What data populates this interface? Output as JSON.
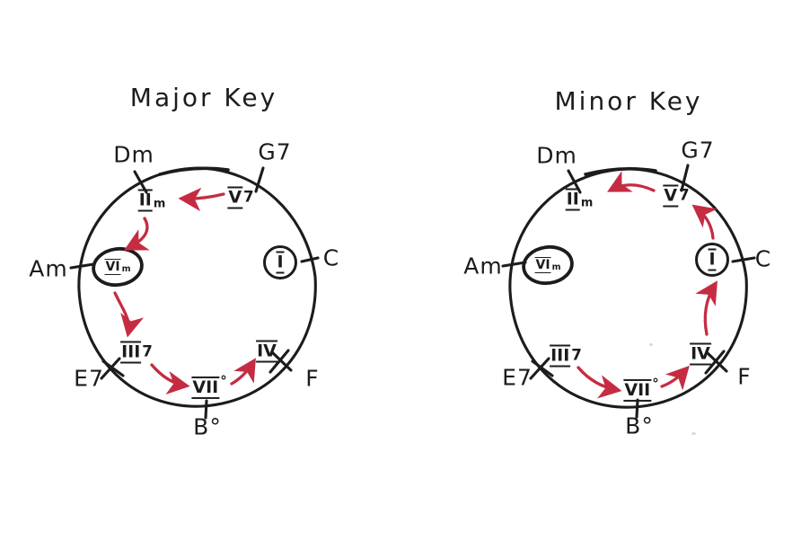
{
  "background": "#ffffff",
  "ink_color": "#1c1c1c",
  "arrow_color": "#c52c42",
  "diagrams": [
    {
      "title": "Major Key",
      "outer_labels": {
        "dm": "Dm",
        "g7": "G7",
        "am": "Am",
        "c": "C",
        "e7": "E7",
        "bdim": "B°",
        "f": "F"
      },
      "chords": {
        "iim": {
          "numeral": "II",
          "suffix": "m"
        },
        "v7": {
          "numeral": "V",
          "suffix": "7"
        },
        "vim": {
          "numeral": "VI",
          "suffix": "m"
        },
        "i": {
          "numeral": "I",
          "suffix": ""
        },
        "iii7": {
          "numeral": "III",
          "suffix": "7"
        },
        "viidim": {
          "numeral": "VII",
          "suffix": "°"
        },
        "iv": {
          "numeral": "IV",
          "suffix": ""
        }
      },
      "highlighted_chords": [
        "VIm",
        "I"
      ],
      "progression_arrows": [
        {
          "from": "V7",
          "to": "IIm"
        },
        {
          "from": "IIm",
          "to": "VIm"
        },
        {
          "from": "VIm",
          "to": "III7"
        },
        {
          "from": "III7",
          "to": "VII°"
        },
        {
          "from": "VII°",
          "to": "IV"
        }
      ]
    },
    {
      "title": "Minor Key",
      "outer_labels": {
        "dm": "Dm",
        "g7": "G7",
        "am": "Am",
        "c": "C",
        "e7": "E7",
        "bdim": "B°",
        "f": "F"
      },
      "chords": {
        "iim": {
          "numeral": "II",
          "suffix": "m"
        },
        "v7": {
          "numeral": "V",
          "suffix": "7"
        },
        "vim": {
          "numeral": "VI",
          "suffix": "m"
        },
        "i": {
          "numeral": "I",
          "suffix": ""
        },
        "iii7": {
          "numeral": "III",
          "suffix": "7"
        },
        "viidim": {
          "numeral": "VII",
          "suffix": "°"
        },
        "iv": {
          "numeral": "IV",
          "suffix": ""
        }
      },
      "highlighted_chords": [
        "VIm",
        "I"
      ],
      "progression_arrows": [
        {
          "from": "V7",
          "to": "IIm"
        },
        {
          "from": "III7",
          "to": "VII°"
        },
        {
          "from": "VII°",
          "to": "IV"
        },
        {
          "from": "IV",
          "to": "I"
        },
        {
          "from": "I",
          "to": "V7"
        }
      ]
    }
  ]
}
